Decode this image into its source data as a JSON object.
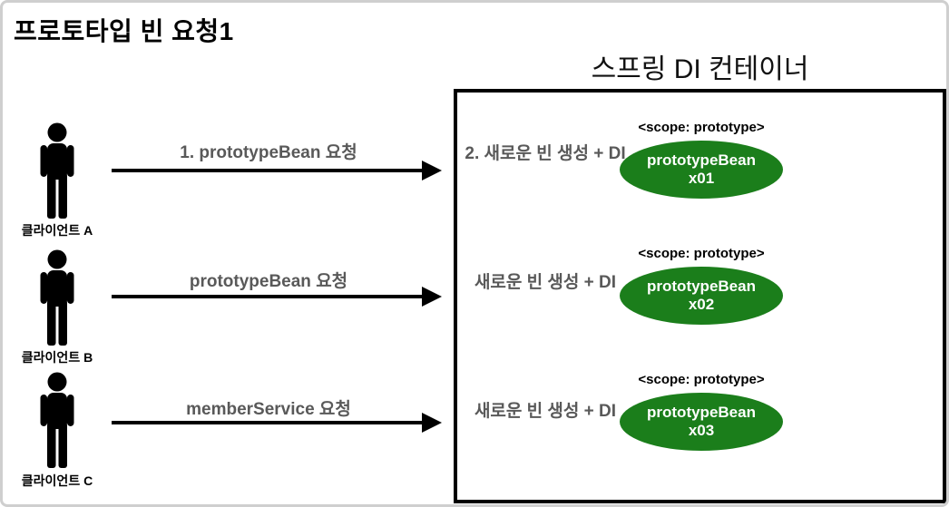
{
  "title": "프로토타입 빈 요청1",
  "container": {
    "title": "스프링 DI 컨테이너"
  },
  "colors": {
    "bean_green": "#1b7e1b",
    "label_gray": "#595959",
    "outline_black": "#000000"
  },
  "rows": [
    {
      "client": "클라이언트 A",
      "request_label": "1. prototypeBean 요청",
      "action_label": "2. 새로운 빈 생성 + DI",
      "scope_label": "<scope: prototype>",
      "bean_name": "prototypeBean",
      "bean_instance": "x01"
    },
    {
      "client": "클라이언트 B",
      "request_label": "prototypeBean 요청",
      "action_label": "새로운 빈 생성 + DI",
      "scope_label": "<scope: prototype>",
      "bean_name": "prototypeBean",
      "bean_instance": "x02"
    },
    {
      "client": "클라이언트 C",
      "request_label": "memberService 요청",
      "action_label": "새로운 빈 생성 + DI",
      "scope_label": "<scope: prototype>",
      "bean_name": "prototypeBean",
      "bean_instance": "x03"
    }
  ]
}
